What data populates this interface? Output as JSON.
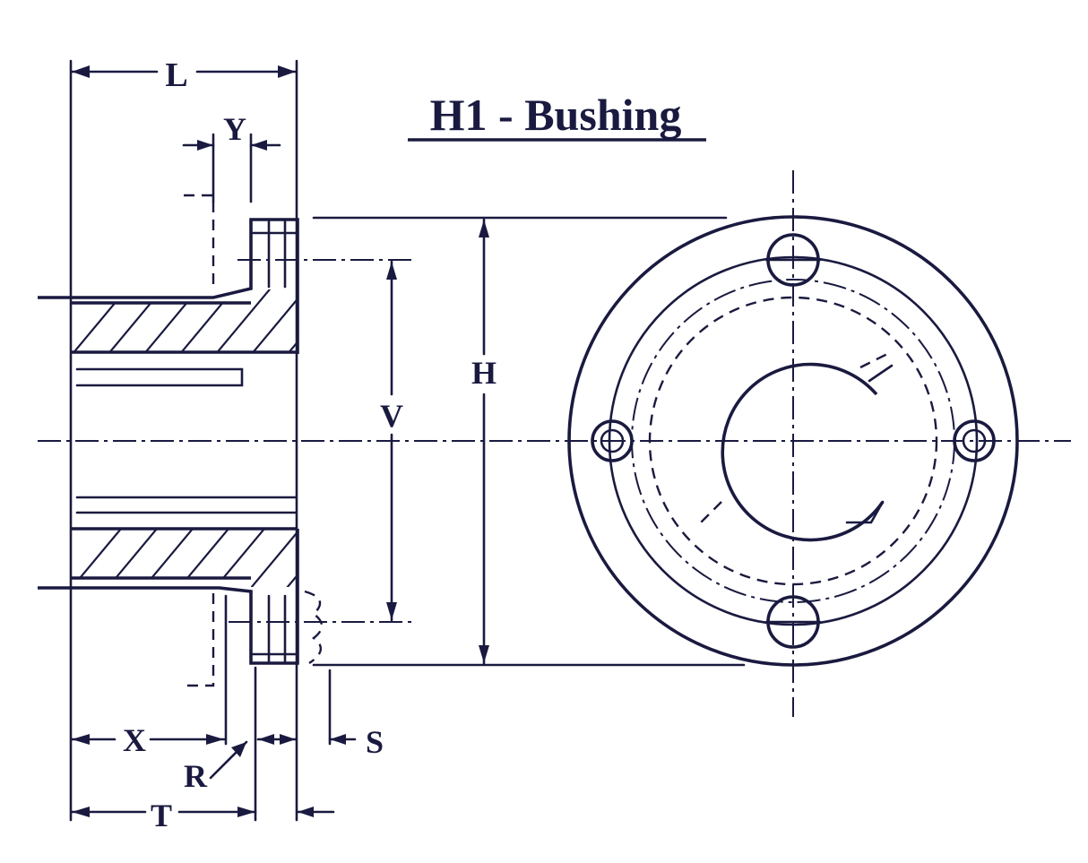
{
  "diagram": {
    "title": "H1 - Bushing",
    "labels": {
      "L": "L",
      "Y": "Y",
      "H": "H",
      "V": "V",
      "X": "X",
      "R": "R",
      "S": "S",
      "T": "T"
    }
  }
}
